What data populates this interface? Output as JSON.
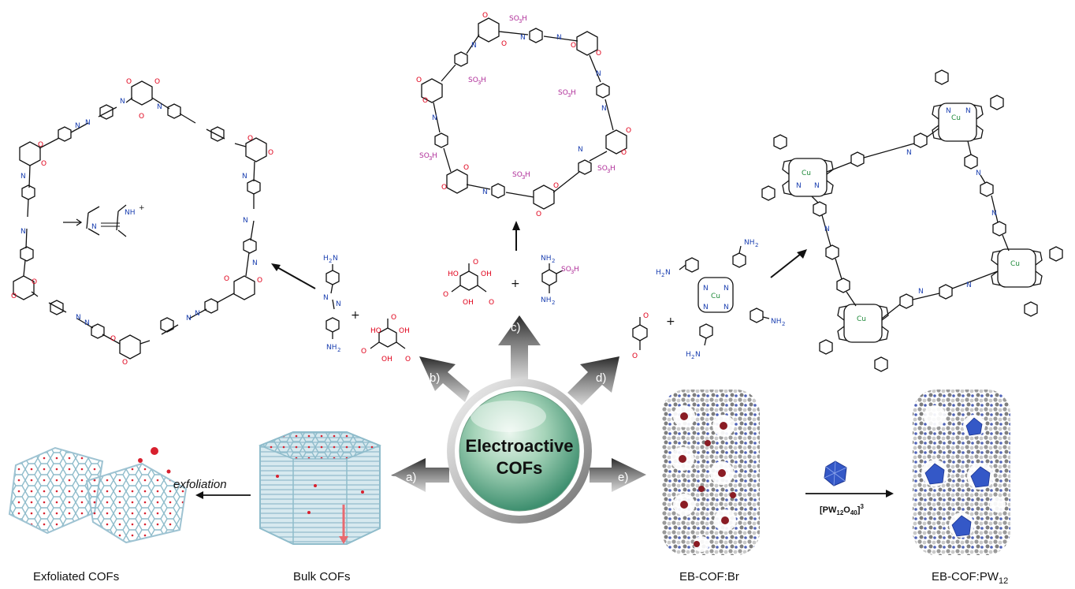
{
  "center": {
    "line1": "Electroactive",
    "line2": "COFs"
  },
  "arrows": {
    "a": "a)",
    "b": "b)",
    "c": "c)",
    "d": "d)",
    "e": "e)"
  },
  "captions": {
    "exfoliated": "Exfoliated COFs",
    "bulk": "Bulk COFs",
    "eb_br": "EB-COF:Br",
    "eb_pw_main": "EB-COF:PW",
    "eb_pw_sub": "12"
  },
  "exfoliation_label": "exfoliation",
  "reagent_label": {
    "main": "[PW",
    "sub1": "12",
    "mid": "O",
    "sub2": "40",
    "end": "]",
    "sup": "3"
  },
  "chem_labels": {
    "nh2": "NH",
    "nh2_sub": "2",
    "h2n": "H",
    "h2n_n": "N",
    "o": "O",
    "oh": "OH",
    "ho": "HO",
    "n": "N",
    "so3h": "SO",
    "so3h_sub": "3",
    "so3h_h": "H",
    "cu": "Cu",
    "nh_plus": "NH",
    "plus": "+"
  },
  "colors": {
    "sphere_light": "#cfe8d8",
    "sphere_dark": "#3e8f6f",
    "oxygen": "#e0001a",
    "nitrogen": "#1a3fb0",
    "sulfonate": "#b0309a",
    "copper": "#1f8a3a",
    "lattice": "#a9ccd8",
    "pw_cluster": "#3458c7"
  }
}
